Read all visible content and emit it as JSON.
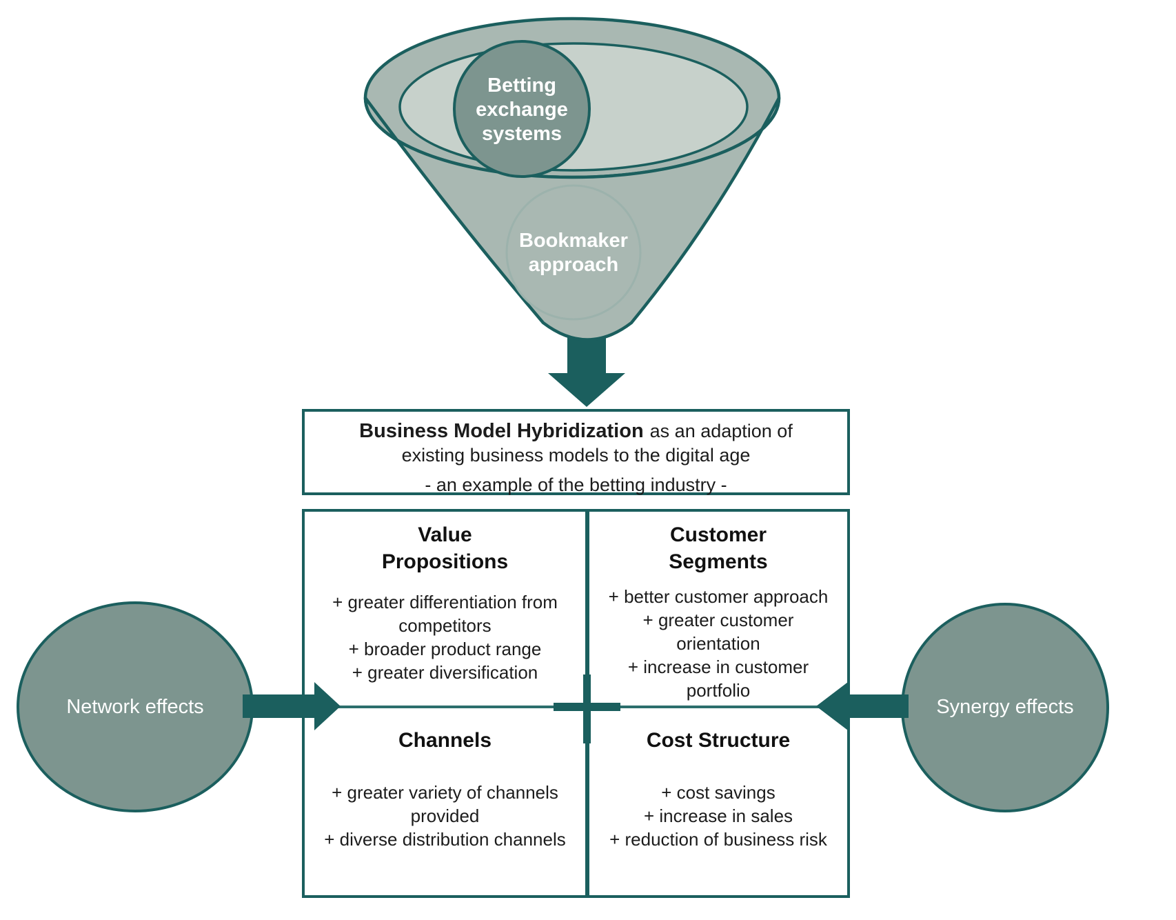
{
  "colors": {
    "teal_dark": "#1b5f5e",
    "teal_divider": "#2c6e6c",
    "funnel_body_fill": "#a9b8b2",
    "funnel_inner_fill": "#c7d1cb",
    "accent_circle_fill": "#7d958f",
    "bookmaker_outline": "#9cb2ac",
    "text_dark": "#1c1c1c",
    "text_light": "#ffffff"
  },
  "funnel": {
    "betting_circle_label": "Betting exchange systems",
    "bookmaker_circle_label": "Bookmaker approach"
  },
  "title_box": {
    "title_bold": "Business Model Hybridization",
    "title_rest": "as an adaption of",
    "title_line2": "existing business models to the digital age",
    "subtitle": "- an example of the betting industry -"
  },
  "canvas": {
    "quadrants": [
      {
        "id": "value-propositions",
        "title": "Value Propositions",
        "items": [
          "+ greater differentiation from competitors",
          "+ broader product range",
          "+ greater diversification"
        ]
      },
      {
        "id": "customer-segments",
        "title": "Customer Segments",
        "items": [
          "+ better customer approach",
          "+ greater customer orientation",
          "+ increase in customer portfolio"
        ]
      },
      {
        "id": "channels",
        "title": "Channels",
        "items": [
          "+ greater variety of channels provided",
          "+ diverse distribution channels"
        ]
      },
      {
        "id": "cost-structure",
        "title": "Cost Structure",
        "items": [
          "+ cost savings",
          "+ increase in sales",
          "+ reduction of business risk"
        ]
      }
    ]
  },
  "side_circles": {
    "left_label": "Network effects",
    "right_label": "Synergy effects"
  }
}
